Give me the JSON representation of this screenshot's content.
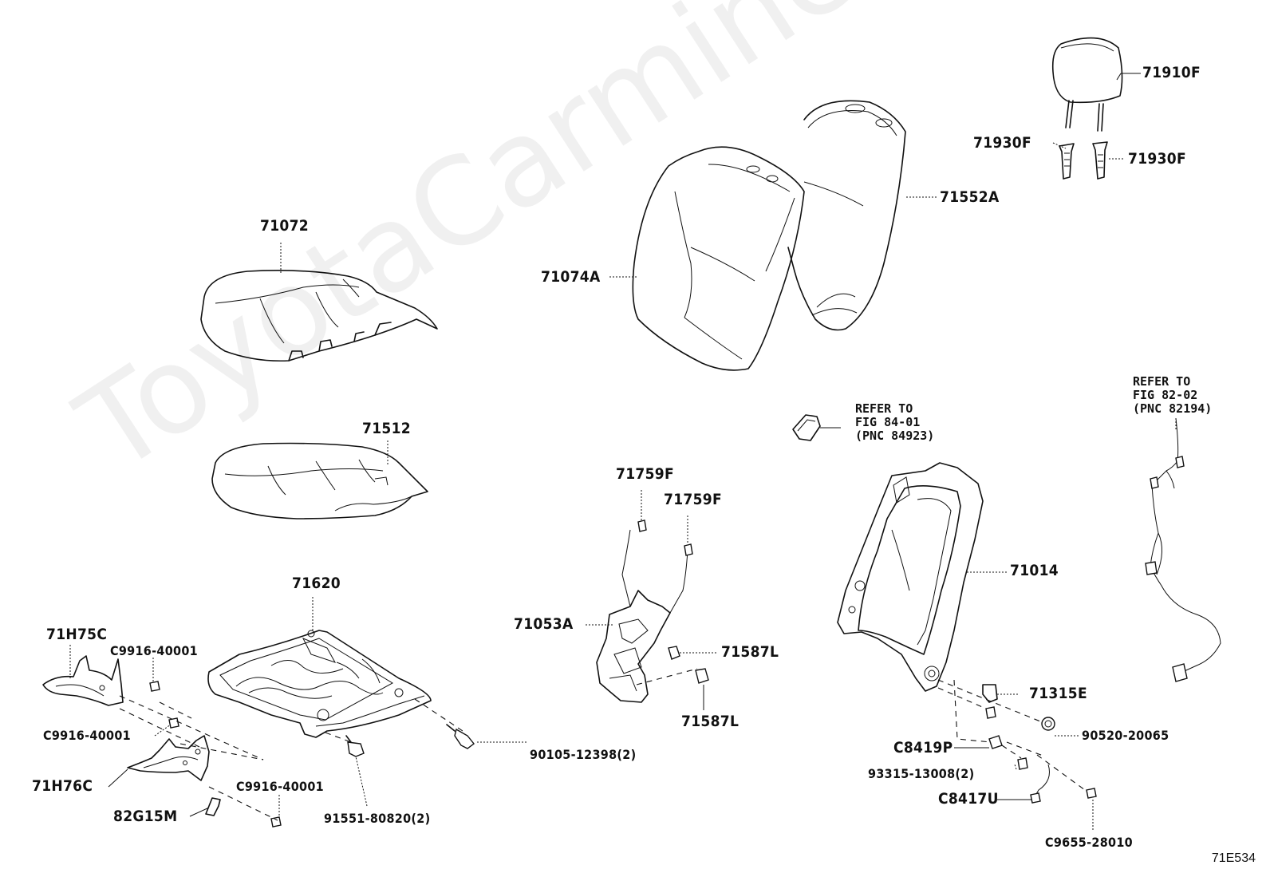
{
  "diagram_code": "71E534",
  "watermark": "ToyotaCarmine.ru",
  "labels": {
    "headrest": "71910F",
    "support_left": "71930F",
    "support_right": "71930F",
    "back_cover": "71552A",
    "back_pad": "71074A",
    "cushion_cover": "71072",
    "cushion_pad": "71512",
    "cushion_frame": "71620",
    "side_cover_upper": "71H75C",
    "side_cover_lower": "71H76C",
    "bracket": "82G15M",
    "clip_1": "C9916-40001",
    "clip_2": "C9916-40001",
    "clip_3": "C9916-40001",
    "bolt_cushion": "90105-12398(2)",
    "bolt_frame": "91551-80820(2)",
    "lumbar_wire_1": "71759F",
    "lumbar_wire_2": "71759F",
    "lumbar_support": "71053A",
    "clip_lumbar_1": "71587L",
    "clip_lumbar_2": "71587L",
    "back_frame": "71014",
    "hook": "71315E",
    "nut": "90520-20065",
    "clip_c8419p": "C8419P",
    "screw_93315": "93315-13008(2)",
    "clamp_c8417u": "C8417U",
    "clip_c9655": "C9655-28010"
  },
  "refs": {
    "switch": {
      "line1": "REFER TO",
      "line2": "FIG 84-01",
      "line3": "(PNC 84923)"
    },
    "harness": {
      "line1": "REFER TO",
      "line2": "FIG 82-02",
      "line3": "(PNC 82194)"
    }
  }
}
